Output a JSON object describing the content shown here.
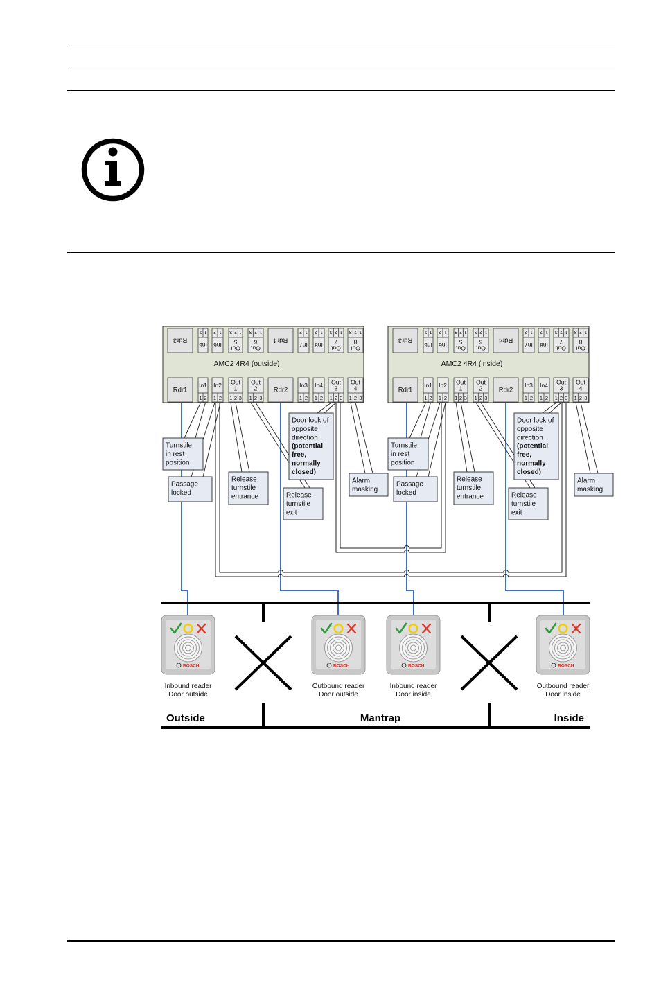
{
  "notice": {
    "icon": "info-icon"
  },
  "diagram": {
    "colors": {
      "controller_fill": "#dfe4d5",
      "terminal_fill": "#e9e9e9",
      "reader_terminal_fill": "#e2e2e2",
      "callout_fill": "#e6eaf3",
      "reader_wire": "#3f70b8",
      "reader_body": "#c8c8c8",
      "reader_panel": "#dddddd",
      "ok_green": "#2e9a3c",
      "wait_yellow": "#f0d000",
      "deny_red": "#e03a2e",
      "brand_red": "#d42a22"
    },
    "controllers": [
      {
        "label": "AMC2 4R4 (outside)",
        "top_terminals": [
          {
            "lines": [
              "Rdr3"
            ],
            "pins": []
          },
          {
            "lines": [
              "In5"
            ],
            "pins": [
              "1",
              "2"
            ]
          },
          {
            "lines": [
              "In6"
            ],
            "pins": [
              "1",
              "2"
            ]
          },
          {
            "lines": [
              "Out",
              "5"
            ],
            "pins": [
              "1",
              "2",
              "3"
            ]
          },
          {
            "lines": [
              "Out",
              "6"
            ],
            "pins": [
              "1",
              "2",
              "3"
            ]
          },
          {
            "lines": [
              "Rdr4"
            ],
            "pins": []
          },
          {
            "lines": [
              "In7"
            ],
            "pins": [
              "1",
              "2"
            ]
          },
          {
            "lines": [
              "In8"
            ],
            "pins": [
              "1",
              "2"
            ]
          },
          {
            "lines": [
              "Out",
              "7"
            ],
            "pins": [
              "1",
              "2",
              "3"
            ]
          },
          {
            "lines": [
              "Out",
              "8"
            ],
            "pins": [
              "1",
              "2",
              "3"
            ]
          }
        ],
        "bottom_terminals": [
          {
            "lines": [
              "Rdr1"
            ],
            "pins": []
          },
          {
            "lines": [
              "In1"
            ],
            "pins": [
              "1",
              "2"
            ]
          },
          {
            "lines": [
              "In2"
            ],
            "pins": [
              "1",
              "2"
            ]
          },
          {
            "lines": [
              "Out",
              "1"
            ],
            "pins": [
              "1",
              "2",
              "3"
            ]
          },
          {
            "lines": [
              "Out",
              "2"
            ],
            "pins": [
              "1",
              "2",
              "3"
            ]
          },
          {
            "lines": [
              "Rdr2"
            ],
            "pins": []
          },
          {
            "lines": [
              "In3"
            ],
            "pins": [
              "1",
              "2"
            ]
          },
          {
            "lines": [
              "In4"
            ],
            "pins": [
              "1",
              "2"
            ]
          },
          {
            "lines": [
              "Out",
              "3"
            ],
            "pins": [
              "1",
              "2",
              "3"
            ]
          },
          {
            "lines": [
              "Out",
              "4"
            ],
            "pins": [
              "1",
              "2",
              "3"
            ]
          }
        ],
        "callouts": [
          {
            "lines": [
              "Turnstile",
              "in rest",
              "position"
            ],
            "bold_lines": []
          },
          {
            "lines": [
              "Passage",
              "locked"
            ],
            "bold_lines": []
          },
          {
            "lines": [
              "Release",
              "turnstile",
              "entrance"
            ],
            "bold_lines": []
          },
          {
            "lines": [
              "Door lock of",
              "opposite",
              "direction"
            ],
            "bold_lines": [
              "(potential",
              "free,",
              "normally",
              "closed)"
            ]
          },
          {
            "lines": [
              "Release",
              "turnstile",
              "exit"
            ],
            "bold_lines": []
          },
          {
            "lines": [
              "Alarm",
              "masking"
            ],
            "bold_lines": []
          }
        ]
      },
      {
        "label": "AMC2 4R4 (inside)",
        "top_terminals": [
          {
            "lines": [
              "Rdr3"
            ],
            "pins": []
          },
          {
            "lines": [
              "In5"
            ],
            "pins": [
              "1",
              "2"
            ]
          },
          {
            "lines": [
              "In6"
            ],
            "pins": [
              "1",
              "2"
            ]
          },
          {
            "lines": [
              "Out",
              "5"
            ],
            "pins": [
              "1",
              "2",
              "3"
            ]
          },
          {
            "lines": [
              "Out",
              "6"
            ],
            "pins": [
              "1",
              "2",
              "3"
            ]
          },
          {
            "lines": [
              "Rdr4"
            ],
            "pins": []
          },
          {
            "lines": [
              "In7"
            ],
            "pins": [
              "1",
              "2"
            ]
          },
          {
            "lines": [
              "In8"
            ],
            "pins": [
              "1",
              "2"
            ]
          },
          {
            "lines": [
              "Out",
              "7"
            ],
            "pins": [
              "1",
              "2",
              "3"
            ]
          },
          {
            "lines": [
              "Out",
              "8"
            ],
            "pins": [
              "1",
              "2",
              "3"
            ]
          }
        ],
        "bottom_terminals": [
          {
            "lines": [
              "Rdr1"
            ],
            "pins": []
          },
          {
            "lines": [
              "In1"
            ],
            "pins": [
              "1",
              "2"
            ]
          },
          {
            "lines": [
              "In2"
            ],
            "pins": [
              "1",
              "2"
            ]
          },
          {
            "lines": [
              "Out",
              "1"
            ],
            "pins": [
              "1",
              "2",
              "3"
            ]
          },
          {
            "lines": [
              "Out",
              "2"
            ],
            "pins": [
              "1",
              "2",
              "3"
            ]
          },
          {
            "lines": [
              "Rdr2"
            ],
            "pins": []
          },
          {
            "lines": [
              "In3"
            ],
            "pins": [
              "1",
              "2"
            ]
          },
          {
            "lines": [
              "In4"
            ],
            "pins": [
              "1",
              "2"
            ]
          },
          {
            "lines": [
              "Out",
              "3"
            ],
            "pins": [
              "1",
              "2",
              "3"
            ]
          },
          {
            "lines": [
              "Out",
              "4"
            ],
            "pins": [
              "1",
              "2",
              "3"
            ]
          }
        ],
        "callouts": [
          {
            "lines": [
              "Turnstile",
              "in rest",
              "position"
            ],
            "bold_lines": []
          },
          {
            "lines": [
              "Passage",
              "locked"
            ],
            "bold_lines": []
          },
          {
            "lines": [
              "Release",
              "turnstile",
              "entrance"
            ],
            "bold_lines": []
          },
          {
            "lines": [
              "Door lock of",
              "opposite",
              "direction"
            ],
            "bold_lines": [
              "(potential",
              "free,",
              "normally",
              "closed)"
            ]
          },
          {
            "lines": [
              "Release",
              "turnstile",
              "exit"
            ],
            "bold_lines": []
          },
          {
            "lines": [
              "Alarm",
              "masking"
            ],
            "bold_lines": []
          }
        ]
      }
    ],
    "readers": [
      {
        "label_lines": [
          "Inbound reader",
          "Door outside"
        ],
        "brand": "BOSCH",
        "icons": [
          "check-icon",
          "circle-icon",
          "cross-icon",
          "rfid-icon"
        ]
      },
      {
        "label_lines": [
          "Outbound reader",
          "Door outside"
        ],
        "brand": "BOSCH",
        "icons": [
          "check-icon",
          "circle-icon",
          "cross-icon",
          "rfid-icon"
        ]
      },
      {
        "label_lines": [
          "Inbound reader",
          "Door inside"
        ],
        "brand": "BOSCH",
        "icons": [
          "check-icon",
          "circle-icon",
          "cross-icon",
          "rfid-icon"
        ]
      },
      {
        "label_lines": [
          "Outbound reader",
          "Door inside"
        ],
        "brand": "BOSCH",
        "icons": [
          "check-icon",
          "circle-icon",
          "cross-icon",
          "rfid-icon"
        ]
      }
    ],
    "zones": [
      {
        "label": "Outside"
      },
      {
        "label": "Mantrap"
      },
      {
        "label": "Inside"
      }
    ]
  }
}
